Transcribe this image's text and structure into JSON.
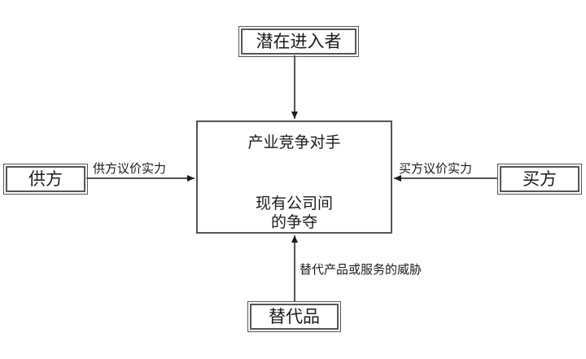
{
  "nodes": {
    "new_entrants": "潜在进入者",
    "suppliers": "供方",
    "buyers": "买方",
    "substitutes": "替代品",
    "center_title": "产业竞争对手",
    "center_line1": "现有公司间",
    "center_line2": "的争夺"
  },
  "edges": {
    "supplier_power": "供方议价实力",
    "buyer_power": "买方议价实力",
    "substitute_threat": "替代产品或服务的威胁"
  }
}
